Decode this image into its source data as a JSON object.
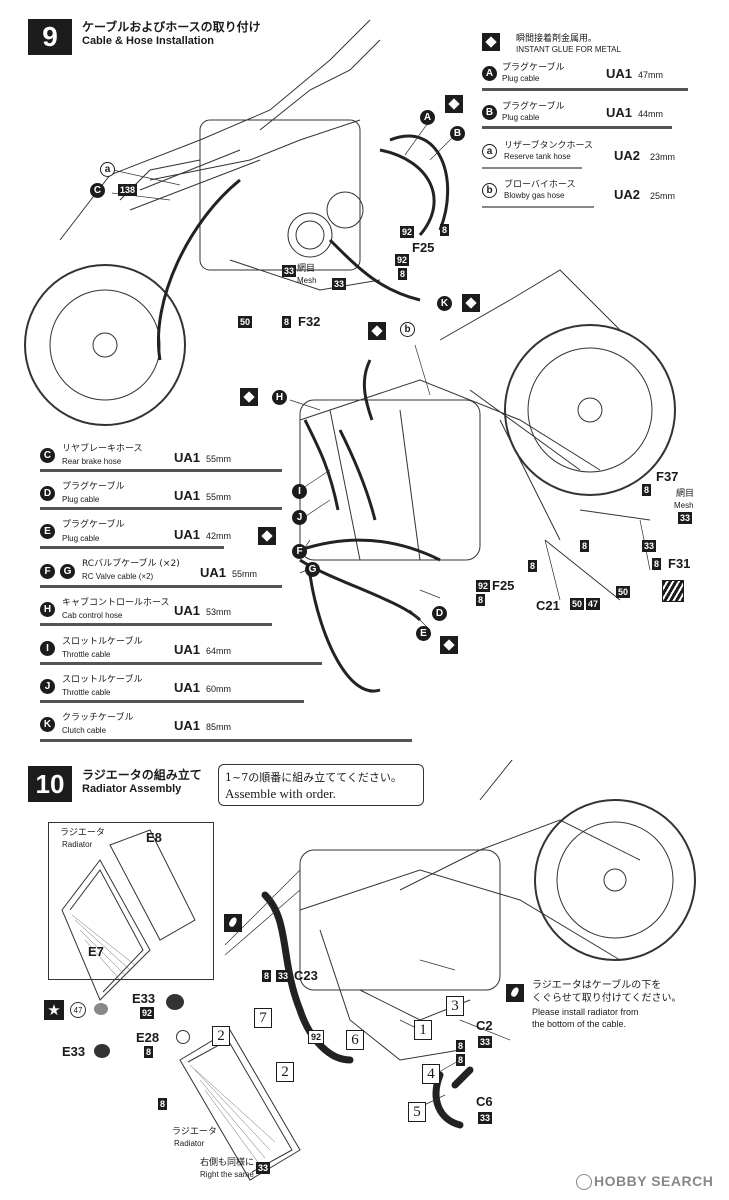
{
  "step9": {
    "number": "9",
    "title_jp": "ケーブルおよびホースの取り付け",
    "title_en": "Cable & Hose Installation"
  },
  "glue_note": {
    "jp": "瞬間接着剤金属用。",
    "en": "INSTANT GLUE  FOR METAL"
  },
  "cables_top": [
    {
      "mark": "A",
      "jp": "プラグケーブル",
      "en": "Plug cable",
      "code": "UA1",
      "len": "47mm"
    },
    {
      "mark": "B",
      "jp": "プラグケーブル",
      "en": "Plug cable",
      "code": "UA1",
      "len": "44mm"
    },
    {
      "mark": "a",
      "jp": "リザーブタンクホース",
      "en": "Reserve tank hose",
      "code": "UA2",
      "len": "23mm"
    },
    {
      "mark": "b",
      "jp": "ブローバイホース",
      "en": "Blowby gas hose",
      "code": "UA2",
      "len": "25mm"
    }
  ],
  "cables_left": [
    {
      "mark": "C",
      "jp": "リヤブレーキホース",
      "en": "Rear brake hose",
      "code": "UA1",
      "len": "55mm"
    },
    {
      "mark": "D",
      "jp": "プラグケーブル",
      "en": "Plug cable",
      "code": "UA1",
      "len": "55mm"
    },
    {
      "mark": "E",
      "jp": "プラグケーブル",
      "en": "Plug cable",
      "code": "UA1",
      "len": "42mm"
    },
    {
      "mark": "F",
      "mark2": "G",
      "jp": "RCバルブケーブル (×2)",
      "en": "RC Valve cable (×2)",
      "code": "UA1",
      "len": "55mm"
    },
    {
      "mark": "H",
      "jp": "キャブコントロールホース",
      "en": "Cab control hose",
      "code": "UA1",
      "len": "53mm"
    },
    {
      "mark": "I",
      "jp": "スロットルケーブル",
      "en": "Throttle cable",
      "code": "UA1",
      "len": "64mm"
    },
    {
      "mark": "J",
      "jp": "スロットルケーブル",
      "en": "Throttle cable",
      "code": "UA1",
      "len": "60mm"
    },
    {
      "mark": "K",
      "jp": "クラッチケーブル",
      "en": "Clutch cable",
      "code": "UA1",
      "len": "85mm"
    }
  ],
  "step9_labels": {
    "mesh_jp": "網目",
    "mesh_en": "Mesh",
    "f25": "F25",
    "f32": "F32",
    "f37": "F37",
    "f31": "F31",
    "c21": "C21",
    "n138": "138",
    "n8": "8",
    "n92": "92",
    "n33": "33",
    "n50": "50",
    "n47": "47",
    "mk_a": "a",
    "mk_b": "b",
    "mk_A": "A",
    "mk_B": "B",
    "mk_C": "C",
    "mk_D": "D",
    "mk_E": "E",
    "mk_F": "F",
    "mk_G": "G",
    "mk_H": "H",
    "mk_I": "I",
    "mk_J": "J",
    "mk_K": "K"
  },
  "step10": {
    "number": "10",
    "title_jp": "ラジエータの組み立て",
    "title_en": "Radiator Assembly",
    "note_jp": "1~7の順番に組み立ててください。",
    "note_en": "Assemble with order.",
    "radiator_jp": "ラジエータ",
    "radiator_en": "Radiator",
    "e8": "E8",
    "e7": "E7",
    "e33": "E33",
    "e28": "E28",
    "c23": "C23",
    "c2": "C2",
    "c6": "C6",
    "n47": "47",
    "n92": "92",
    "n8": "8",
    "n33": "33",
    "right_jp": "右側も同様に",
    "right_en": "Right the same",
    "cable_note_jp1": "ラジエータはケーブルの下を",
    "cable_note_jp2": "くぐらせて取り付けてください。",
    "cable_note_en1": "Please install radiator from",
    "cable_note_en2": "the bottom of the cable.",
    "seq": [
      "1",
      "2",
      "3",
      "4",
      "5",
      "6",
      "7",
      "2"
    ]
  },
  "watermark": "HOBBY SEARCH"
}
